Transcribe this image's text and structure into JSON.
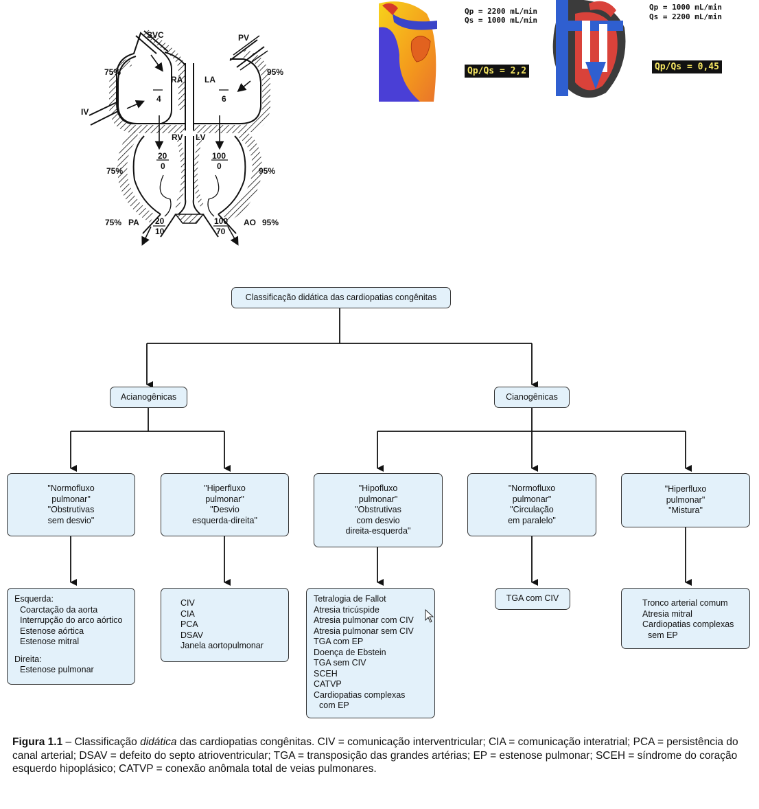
{
  "heart_diagram": {
    "labels": {
      "svc": "SVC",
      "pv": "PV",
      "ra": "RA",
      "la": "LA",
      "rv": "RV",
      "lv": "LV",
      "iv": "IV",
      "pa": "PA",
      "ao": "AO"
    },
    "saturations": {
      "ra_left": "75%",
      "rv_left": "75%",
      "pa_left": "75%",
      "la_right": "95%",
      "lv_right": "95%",
      "ao_right": "95%"
    },
    "pressures": {
      "ra": "4",
      "la": "6",
      "rv_top": "20",
      "rv_bottom": "0",
      "lv_top": "100",
      "lv_bottom": "0",
      "pa_top": "20",
      "pa_bottom": "10",
      "ao_top": "100",
      "ao_bottom": "70"
    }
  },
  "shunt_left": {
    "qp": "Qp = 2200 mL/min",
    "qs": "Qs = 1000 mL/min",
    "ratio": "Qp/Qs = 2,2"
  },
  "shunt_right": {
    "qp": "Qp = 1000 mL/min",
    "qs": "Qs = 2200 mL/min",
    "ratio": "Qp/Qs = 0,45"
  },
  "tree": {
    "root": "Classificação didática das cardiopatias congênitas",
    "acyan": "Acianogênicas",
    "cyan": "Cianogênicas",
    "c1": [
      "\"Normofluxo",
      "pulmonar\"",
      "\"Obstrutivas",
      "sem desvio\""
    ],
    "c2": [
      "\"Hiperfluxo",
      "pulmonar\"",
      "\"Desvio",
      "esquerda-direita\""
    ],
    "c3": [
      "\"Hipofluxo",
      "pulmonar\"",
      "\"Obstrutivas",
      "com desvio",
      "direita-esquerda\""
    ],
    "c4": [
      "\"Normofluxo",
      "pulmonar\"",
      "\"Circulação",
      "em paralelo\""
    ],
    "c5": [
      "\"Hiperfluxo",
      "pulmonar\"",
      "\"Mistura\""
    ],
    "l1": {
      "h1": "Esquerda:",
      "i1": [
        "Coarctação da aorta",
        "Interrupção do arco aórtico",
        "Estenose aórtica",
        "Estenose mitral"
      ],
      "h2": "Direita:",
      "i2": [
        "Estenose pulmonar"
      ]
    },
    "l2": [
      "CIV",
      "CIA",
      "PCA",
      "DSAV",
      "Janela aortopulmonar"
    ],
    "l3": [
      "Tetralogia de Fallot",
      "Atresia tricúspide",
      "Atresia pulmonar com CIV",
      "Atresia pulmonar sem CIV",
      "TGA com EP",
      "Doença de Ebstein",
      "TGA sem CIV",
      "SCEH",
      "CATVP",
      "Cardiopatias complexas",
      "com EP"
    ],
    "l4": [
      "TGA com CIV"
    ],
    "l5": [
      "Tronco arterial comum",
      "Atresia mitral",
      "Cardiopatias complexas",
      "sem EP"
    ]
  },
  "caption": {
    "bold": "Figura 1.1",
    "p1": " – Classificação ",
    "italic": "didática",
    "p2": " das cardiopatias congênitas. CIV = comunicação interventricular; CIA = comunicação interatrial; PCA = persistência do canal arterial; DSAV = defeito do septo atrioventricular; TGA = transposição das grandes artérias; EP = estenose pulmonar; SCEH = síndrome do coração esquerdo hipoplásico; CATVP = conexão anômala total de veias pulmonares."
  }
}
